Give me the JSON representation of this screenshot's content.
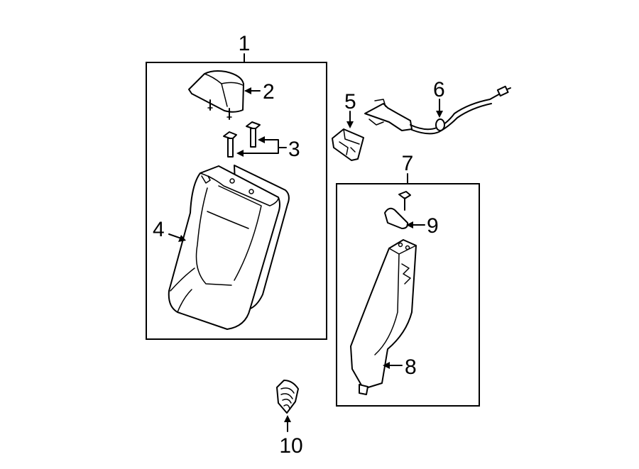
{
  "callouts": {
    "c1": "1",
    "c2": "2",
    "c3": "3",
    "c4": "4",
    "c5": "5",
    "c6": "6",
    "c7": "7",
    "c8": "8",
    "c9": "9",
    "c10": "10"
  },
  "parts": [
    {
      "ref": "1",
      "icon": "seat-back-assembly-icon"
    },
    {
      "ref": "2",
      "icon": "headrest-icon"
    },
    {
      "ref": "3",
      "icon": "headrest-guide-icon"
    },
    {
      "ref": "4",
      "icon": "seat-back-cover-icon"
    },
    {
      "ref": "5",
      "icon": "latch-icon"
    },
    {
      "ref": "6",
      "icon": "release-cable-icon"
    },
    {
      "ref": "7",
      "icon": "side-bolster-assembly-icon"
    },
    {
      "ref": "8",
      "icon": "side-bolster-pad-icon"
    },
    {
      "ref": "9",
      "icon": "cover-cap-icon"
    },
    {
      "ref": "10",
      "icon": "bezel-icon"
    }
  ]
}
